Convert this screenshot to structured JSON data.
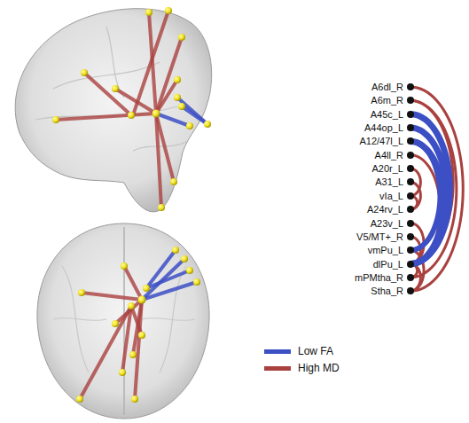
{
  "diagram": {
    "nodes": [
      {
        "text": [
          "A6dl_R"
        ]
      },
      {
        "text": [
          "A6m_R"
        ]
      },
      {
        "text": [
          "A45c_L"
        ]
      },
      {
        "text": [
          "A44op_L"
        ]
      },
      {
        "text": [
          "A12/47l_L"
        ]
      },
      {
        "text": [
          "A4ll_R"
        ]
      },
      {
        "text": [
          "A20r_L"
        ]
      },
      {
        "text": [
          "A31_L"
        ]
      },
      {
        "text": [
          "vIa_L"
        ]
      },
      {
        "text": [
          "A24rv_L"
        ]
      },
      {
        "text": [
          "A23v_L"
        ]
      },
      {
        "text": [
          "V5/MT+_R"
        ]
      },
      {
        "text": [
          "vmPu_L"
        ]
      },
      {
        "text": [
          "dlPu_L"
        ]
      },
      {
        "text": [
          "mPMtha_R"
        ]
      },
      {
        "text": [
          "Stha_R"
        ]
      }
    ],
    "edges": [
      {
        "from": 0,
        "to": 15,
        "arrow": "none"
      },
      {
        "from": 1,
        "to": 14,
        "arrow": "none"
      },
      {
        "from": 1,
        "to": 13,
        "arrow": "none"
      },
      {
        "from": 5,
        "to": 13,
        "arrow": "none"
      },
      {
        "from": 6,
        "to": 8,
        "arrow": "none"
      },
      {
        "from": 7,
        "to": 9,
        "arrow": "none"
      },
      {
        "from": 8,
        "to": 9,
        "arrow": "none"
      },
      {
        "from": 10,
        "to": 13,
        "arrow": "none"
      },
      {
        "from": 11,
        "to": 13,
        "arrow": "none"
      },
      {
        "from": 12,
        "to": 15,
        "arrow": "none"
      },
      {
        "from": 13,
        "to": 14,
        "arrow": "none"
      },
      {
        "from": 13,
        "to": 15,
        "arrow": "none"
      },
      {
        "from": 2,
        "to": 13,
        "arrow": "none"
      },
      {
        "from": 3,
        "to": 13,
        "arrow": "none"
      },
      {
        "from": 4,
        "to": 13,
        "arrow": "none"
      },
      {
        "from": 4,
        "to": 12,
        "arrow": "none"
      }
    ],
    "legend": [
      {
        "text": "Low FA",
        "color": "#3c4fc4"
      },
      {
        "text": "High MD",
        "color": "#a9413f"
      }
    ]
  }
}
